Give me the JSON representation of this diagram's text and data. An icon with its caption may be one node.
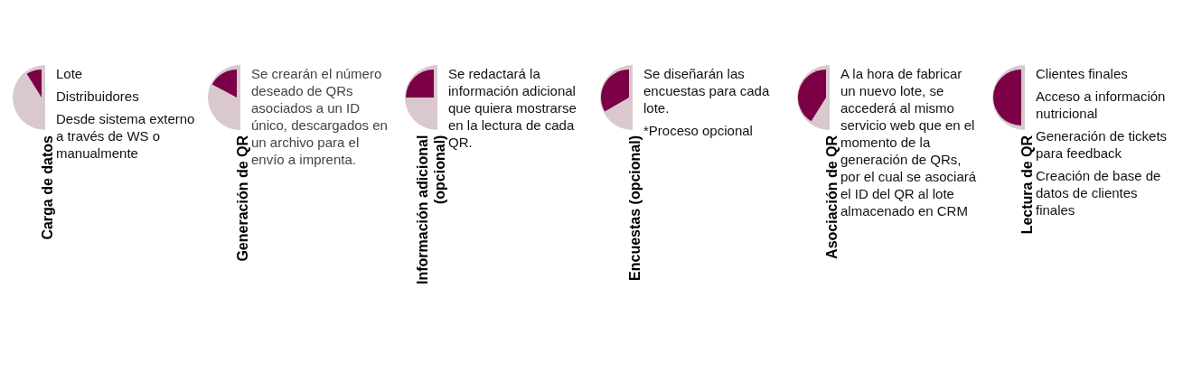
{
  "diagram": {
    "nodes": [
      {
        "text": [
          "Carga de datos",
          "Lote",
          "Distribuidores",
          "Desde sistema externo a través de WS o manualmente"
        ]
      },
      {
        "text": [
          "Generación de QR",
          "Se crearán el número deseado de QRs asociados a un ID único, descargados en un archivo para el envío a imprenta."
        ]
      },
      {
        "text": [
          "Información adicional (opcional)",
          "Se redactará la información adicional que quiera mostrarse en la lectura de cada QR."
        ]
      },
      {
        "text": [
          "Encuestas (opcional)",
          "Se diseñarán las encuestas para cada lote.",
          "*Proceso opcional"
        ]
      },
      {
        "text": [
          "Asociación de QR",
          "A la hora de fabricar un nuevo lote, se accederá al mismo servicio web que en el momento de la generación de QRs, por el cual se asociará el ID del QR al lote almacenado en CRM"
        ]
      },
      {
        "text": [
          "Lectura de QR",
          "Clientes finales",
          "Acceso a información nutricional",
          "Generación de tickets para feedback",
          "Creación de base de datos de clientes finales"
        ]
      }
    ]
  }
}
